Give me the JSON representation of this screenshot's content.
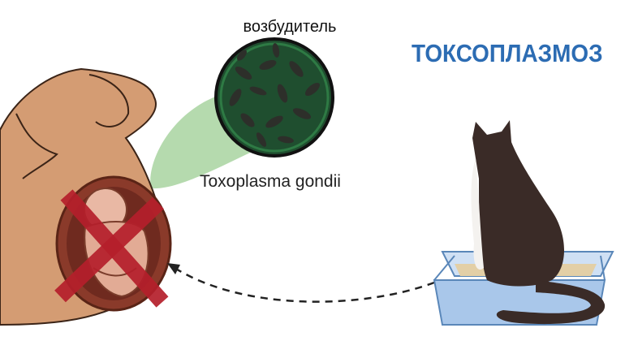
{
  "title": "ТОКСОПЛАЗМОЗ",
  "pathogen_label": "возбудитель",
  "species_name": "Toxoplasma gondii",
  "colors": {
    "title": "#2c6cb3",
    "skin": "#d49c73",
    "skin_outline": "#3b2417",
    "womb": "#8a3a2a",
    "cross": "#b51f2b",
    "microscope_bg": "#1f4e2f",
    "parasite": "#2d2f2a",
    "beam": "#a8d4a0",
    "cat_body": "#3a2b27",
    "cat_chest": "#f4f2ef",
    "litter_box": "#a9c7ea",
    "litter": "#e3cfa6",
    "arrow": "#222222"
  },
  "icons": {
    "pregnant_woman": "pregnant-woman-figure",
    "crossed_fetus": "red-x-cross-icon",
    "microscope_view": "parasite-magnified-circle",
    "cat": "cat-in-litter-box",
    "transmission_arrow": "dashed-arrow-icon"
  }
}
